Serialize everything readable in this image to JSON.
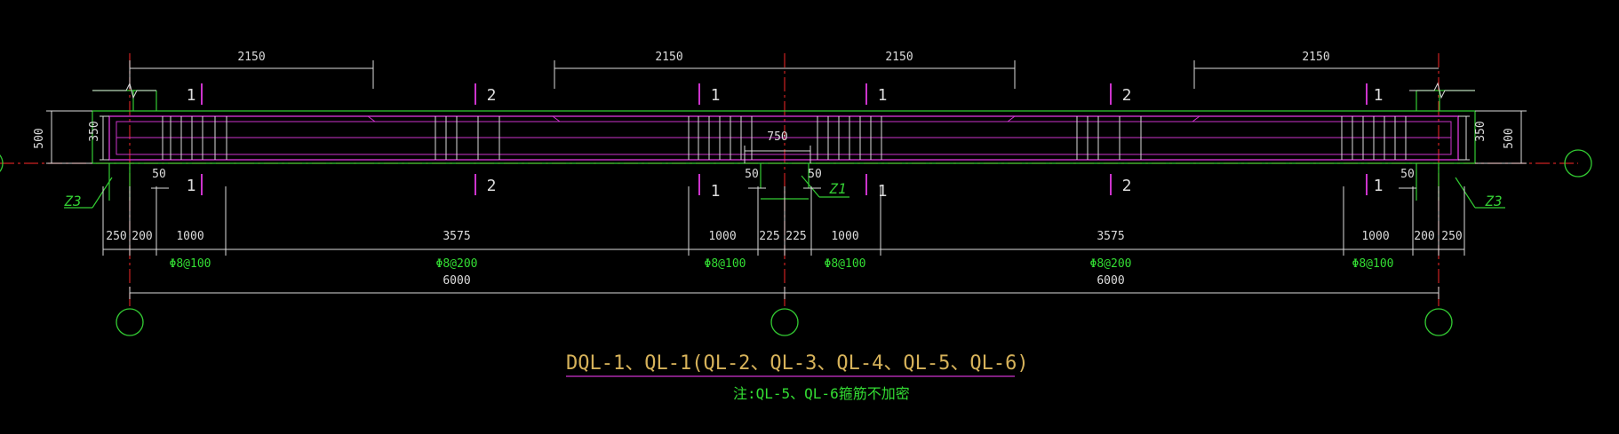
{
  "title": "DQL-1、QL-1(QL-2、QL-3、QL-4、QL-5、QL-6)",
  "note": "注:QL-5、QL-6箍筋不加密",
  "top_dims": [
    "2150",
    "2150",
    "2150",
    "2150"
  ],
  "section_marks": [
    "1",
    "2",
    "1",
    "1",
    "2",
    "1"
  ],
  "bottom_section_marks": [
    "1",
    "2",
    "1",
    "1",
    "2",
    "1"
  ],
  "height_dims": {
    "left_500": "500",
    "left_350": "350",
    "right_350": "350",
    "right_500": "500"
  },
  "mid_dim": "750",
  "small_dims": [
    "50",
    "50",
    "50",
    "50"
  ],
  "column_labels": {
    "left": "Z3",
    "middle": "Z1",
    "right": "Z3"
  },
  "segment_dims": [
    "250",
    "200",
    "1000",
    "3575",
    "1000",
    "225",
    "225",
    "1000",
    "3575",
    "1000",
    "200",
    "250"
  ],
  "rebar_labels": [
    "Φ8@100",
    "Φ8@200",
    "Φ8@100",
    "Φ8@100",
    "Φ8@200",
    "Φ8@100"
  ],
  "span_dims": [
    "6000",
    "6000"
  ],
  "colors": {
    "background": "#000000",
    "dimension": "#dcdcdc",
    "beam_outline": "#cc33cc",
    "axis": "#cc2222",
    "column": "#33cc33",
    "title": "#d6b25a"
  }
}
